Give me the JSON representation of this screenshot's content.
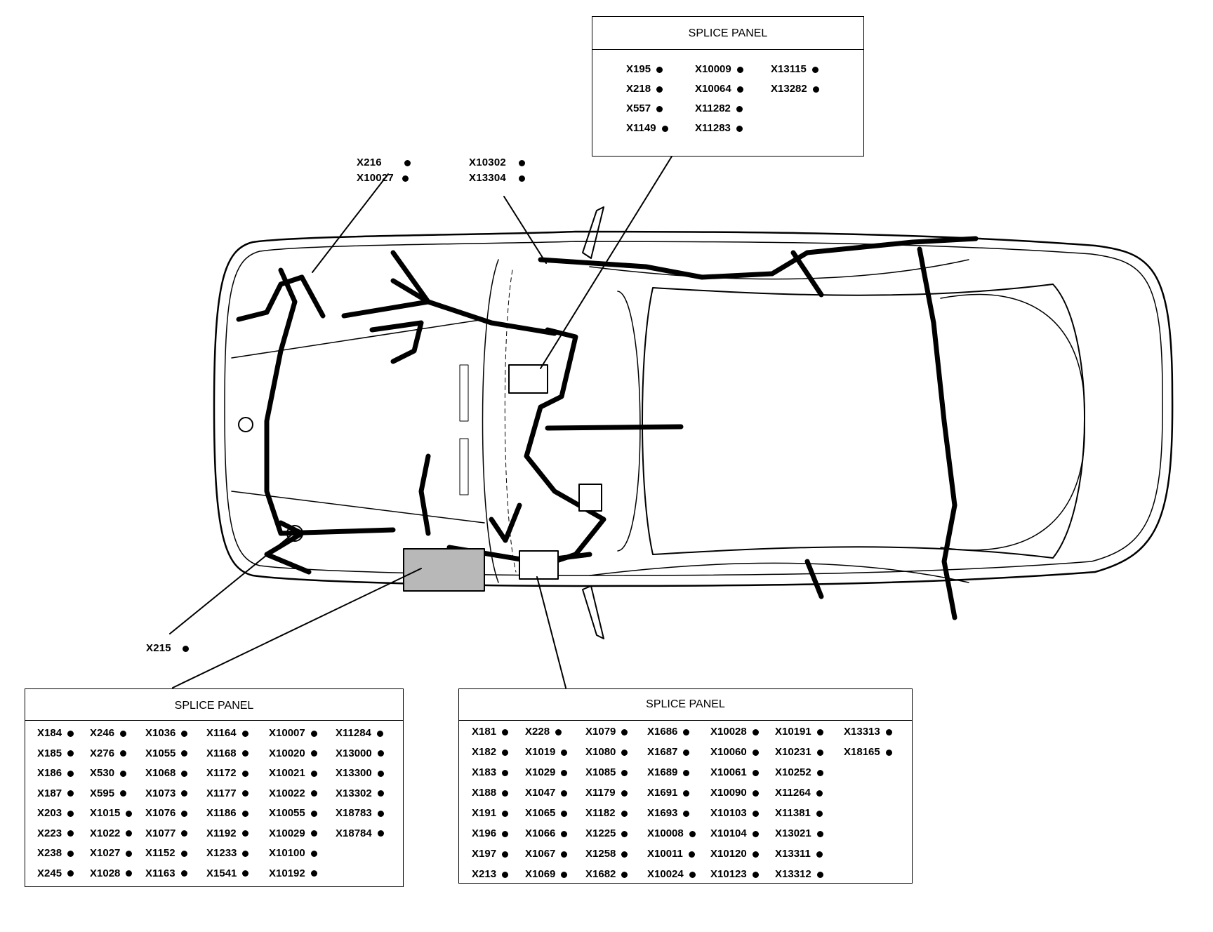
{
  "callouts": {
    "top_left": [
      "X216",
      "X10027"
    ],
    "top_center": [
      "X10302",
      "X13304"
    ],
    "left": [
      "X215"
    ]
  },
  "panels": {
    "top_right": {
      "title": "SPLICE PANEL",
      "columns": [
        [
          "X195",
          "X218",
          "X557",
          "X1149"
        ],
        [
          "X10009",
          "X10064",
          "X11282",
          "X11283"
        ],
        [
          "X13115",
          "X13282"
        ]
      ]
    },
    "bottom_left": {
      "title": "SPLICE PANEL",
      "columns": [
        [
          "X184",
          "X185",
          "X186",
          "X187",
          "X203",
          "X223",
          "X238",
          "X245"
        ],
        [
          "X246",
          "X276",
          "X530",
          "X595",
          "X1015",
          "X1022",
          "X1027",
          "X1028"
        ],
        [
          "X1036",
          "X1055",
          "X1068",
          "X1073",
          "X1076",
          "X1077",
          "X1152",
          "X1163"
        ],
        [
          "X1164",
          "X1168",
          "X1172",
          "X1177",
          "X1186",
          "X1192",
          "X1233",
          "X1541"
        ],
        [
          "X10007",
          "X10020",
          "X10021",
          "X10022",
          "X10055",
          "X10029",
          "X10100",
          "X10192"
        ],
        [
          "X11284",
          "X13000",
          "X13300",
          "X13302",
          "X18783",
          "X18784"
        ]
      ]
    },
    "bottom_right": {
      "title": "SPLICE PANEL",
      "columns": [
        [
          "X181",
          "X182",
          "X183",
          "X188",
          "X191",
          "X196",
          "X197",
          "X213"
        ],
        [
          "X228",
          "X1019",
          "X1029",
          "X1047",
          "X1065",
          "X1066",
          "X1067",
          "X1069"
        ],
        [
          "X1079",
          "X1080",
          "X1085",
          "X1179",
          "X1182",
          "X1225",
          "X1258",
          "X1682"
        ],
        [
          "X1686",
          "X1687",
          "X1689",
          "X1691",
          "X1693",
          "X10008",
          "X10011",
          "X10024"
        ],
        [
          "X10028",
          "X10060",
          "X10061",
          "X10090",
          "X10103",
          "X10104",
          "X10120",
          "X10123"
        ],
        [
          "X10191",
          "X10231",
          "X10252",
          "X11264",
          "X11381",
          "X13021",
          "X13311",
          "X13312"
        ],
        [
          "X13313",
          "X18165"
        ]
      ]
    }
  }
}
